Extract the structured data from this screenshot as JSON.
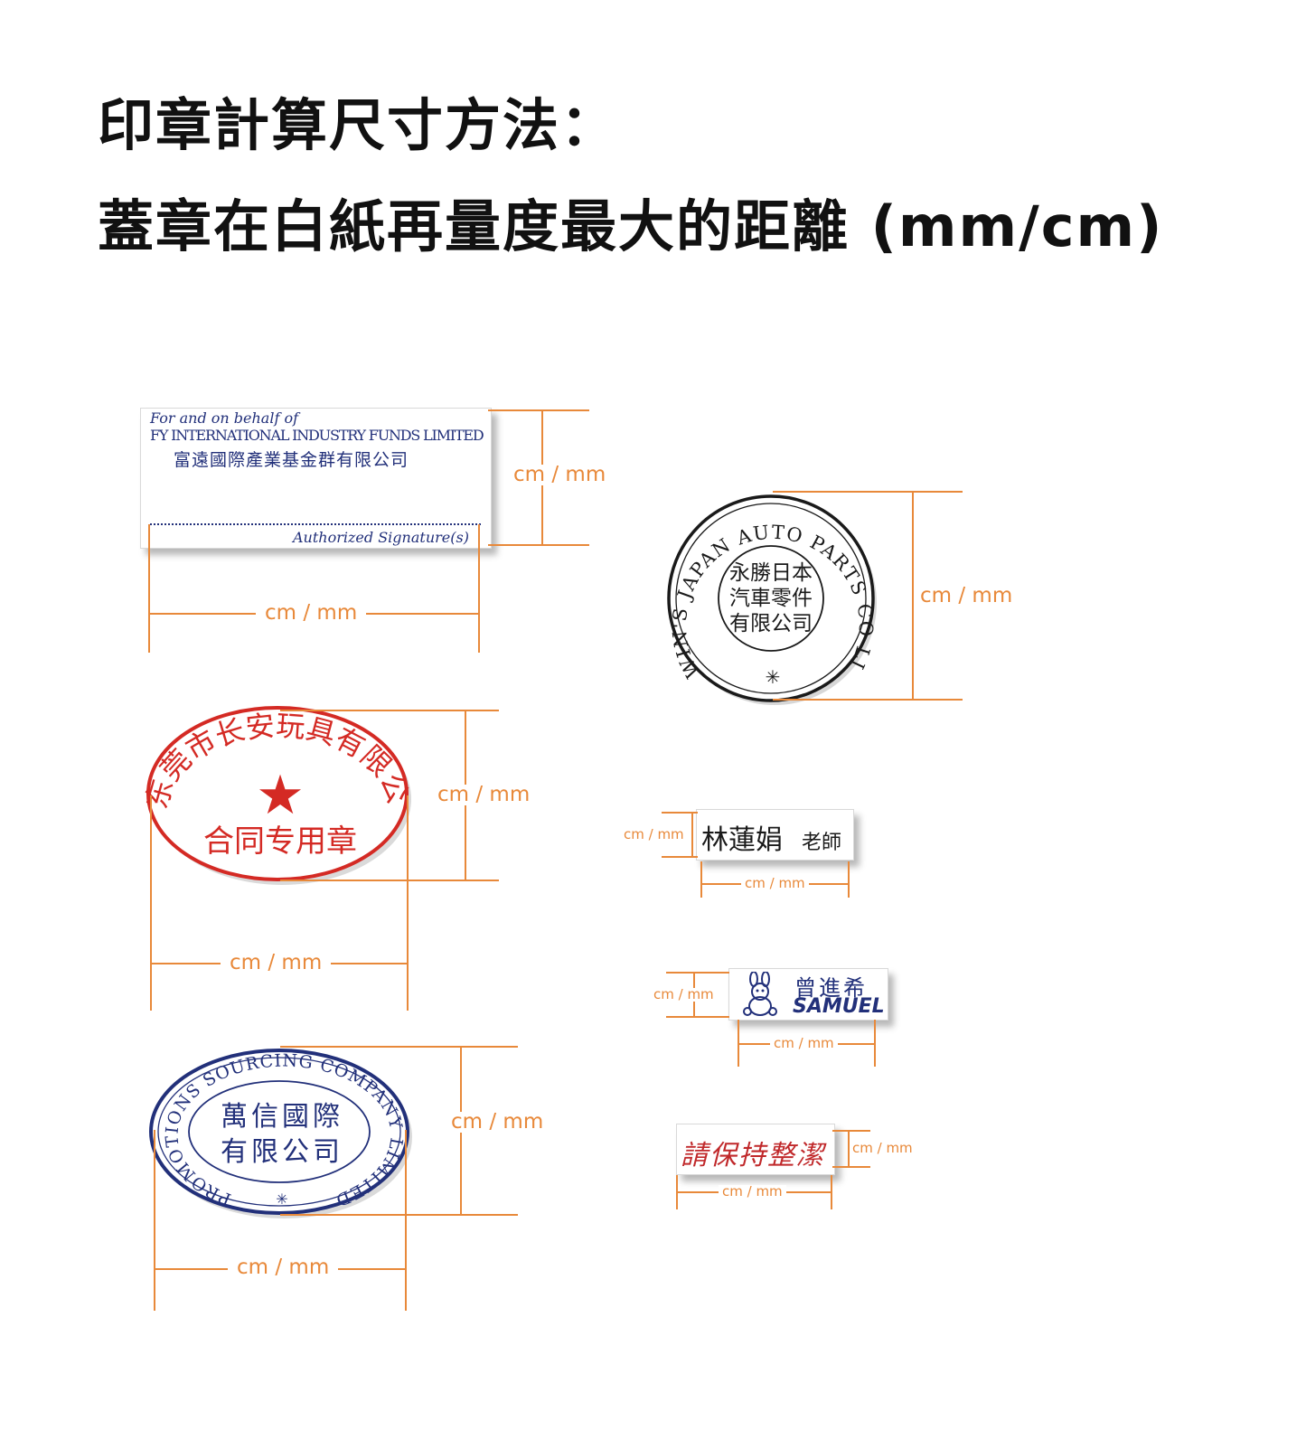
{
  "titles": {
    "line1": "印章計算尺寸方法：",
    "line2": "蓋章在白紙再量度最大的距離 (mm/cm)"
  },
  "measure_label": "cm / mm",
  "colors": {
    "dimension": "#e8893a",
    "blue_ink": "#22307a",
    "red_ink": "#d42a24",
    "black_ink": "#1a1a1a"
  },
  "stamps": {
    "signature": {
      "line1": "For and on behalf of",
      "line2": "FY INTERNATIONAL INDUSTRY FUNDS LIMITED",
      "line3": "富遠國際產業基金群有限公司",
      "sign": "Authorized Signature(s)"
    },
    "round": {
      "ring": "WIN'S JAPAN AUTO PARTS CO LIMITED",
      "center": [
        "永勝日本",
        "汽車零件",
        "有限公司"
      ],
      "symbol": "✳"
    },
    "oval_red": {
      "arc": "东莞市长安玩具有限公司",
      "star": "★",
      "bottom": "合同专用章"
    },
    "oval_blue": {
      "ring": "PROMOTIONS SOURCING COMPANY LIMITED",
      "center": [
        "萬信國際",
        "有限公司"
      ],
      "symbol": "✳"
    },
    "name_teacher": {
      "name": "林蓮娟",
      "title": "老師"
    },
    "name_samuel": {
      "cn": "曾進希",
      "en": "SAMUEL",
      "icon": "rabbit-icon"
    },
    "clean": {
      "text": "請保持整潔"
    }
  }
}
